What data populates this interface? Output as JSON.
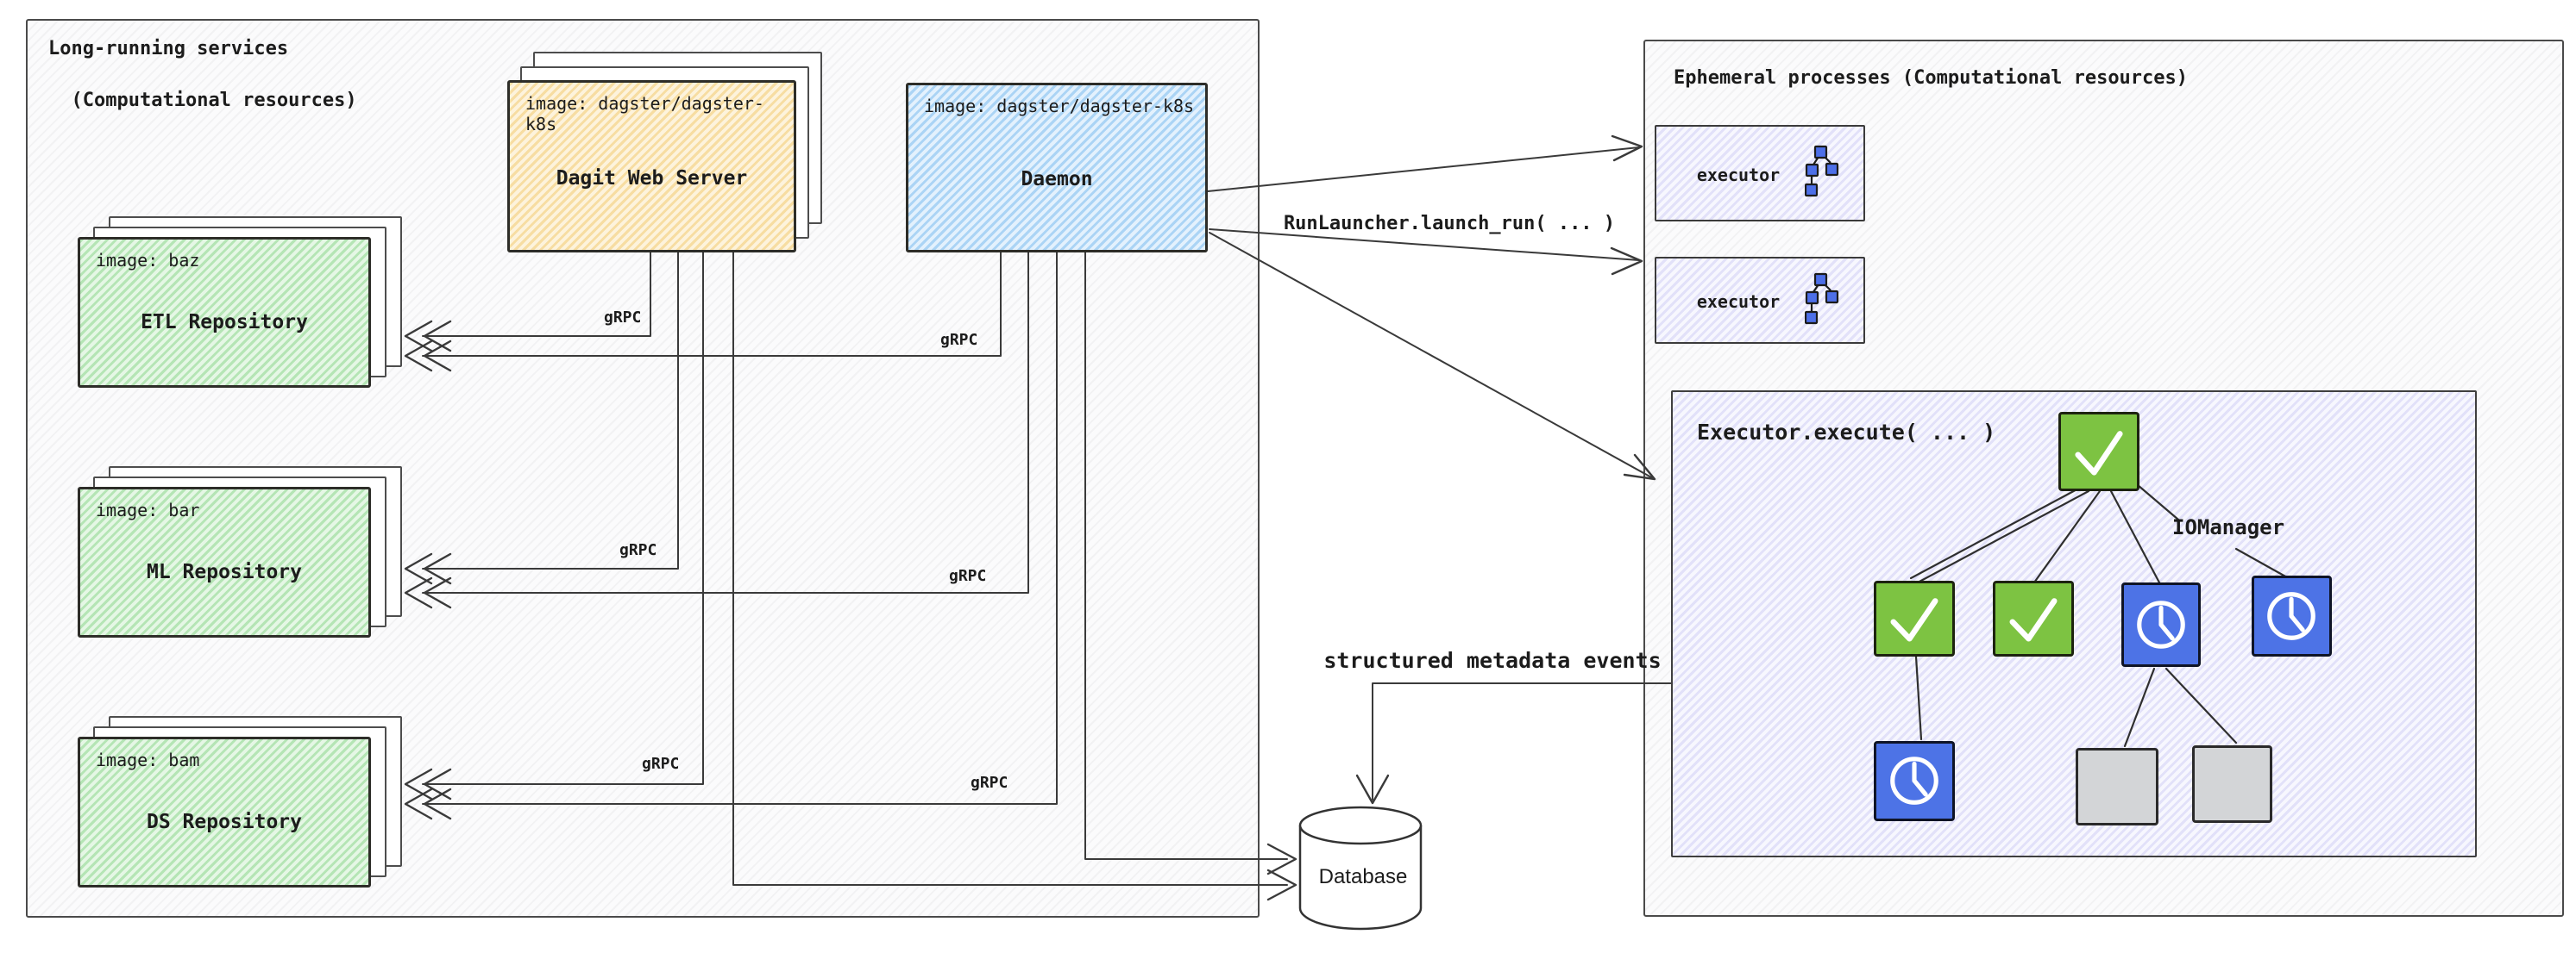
{
  "left_panel": {
    "title_line1": "Long-running services",
    "title_line2": "(Computational resources)",
    "dagit": {
      "image_label": "image: dagster/dagster-k8s",
      "title": "Dagit Web Server"
    },
    "daemon": {
      "image_label": "image: dagster/dagster-k8s",
      "title": "Daemon"
    },
    "repositories": [
      {
        "image_label": "image: baz",
        "title": "ETL Repository"
      },
      {
        "image_label": "image: bar",
        "title": "ML Repository"
      },
      {
        "image_label": "image: bam",
        "title": "DS Repository"
      }
    ],
    "grpc_labels": [
      "gRPC",
      "gRPC",
      "gRPC",
      "gRPC",
      "gRPC",
      "gRPC"
    ]
  },
  "middle": {
    "run_launcher_label": "RunLauncher.launch_run( ... )",
    "metadata_label": "structured metadata events",
    "database_label": "Database"
  },
  "right_panel": {
    "title": "Ephemeral processes (Computational resources)",
    "executors": [
      {
        "label": "executor",
        "icon": "mini-dag-icon"
      },
      {
        "label": "executor",
        "icon": "mini-dag-icon"
      }
    ],
    "execute_box": {
      "title": "Executor.execute( ... )",
      "iomanager_label": "IOManager",
      "dag_nodes": [
        {
          "id": "root",
          "icon": "check-icon",
          "color": "green"
        },
        {
          "id": "child-1",
          "icon": "check-icon",
          "color": "green"
        },
        {
          "id": "child-2",
          "icon": "check-icon",
          "color": "green"
        },
        {
          "id": "child-3",
          "icon": "clock-icon",
          "color": "blue"
        },
        {
          "id": "child-4",
          "icon": "clock-icon",
          "color": "blue"
        },
        {
          "id": "grandchild-1",
          "icon": "clock-icon",
          "color": "blue"
        },
        {
          "id": "grandchild-2",
          "icon": "blank",
          "color": "gray"
        },
        {
          "id": "grandchild-3",
          "icon": "blank",
          "color": "gray"
        }
      ]
    }
  },
  "colors": {
    "dagit_fill": "#fae9c2",
    "daemon_fill": "#c5e2f9",
    "repository_fill": "#cdeccd",
    "ephemeral_fill": "#ececfb",
    "success_green": "#7dc342",
    "pending_blue": "#4d73e6",
    "skipped_gray": "#d3d5d7",
    "wire": "#3a3a3a"
  }
}
